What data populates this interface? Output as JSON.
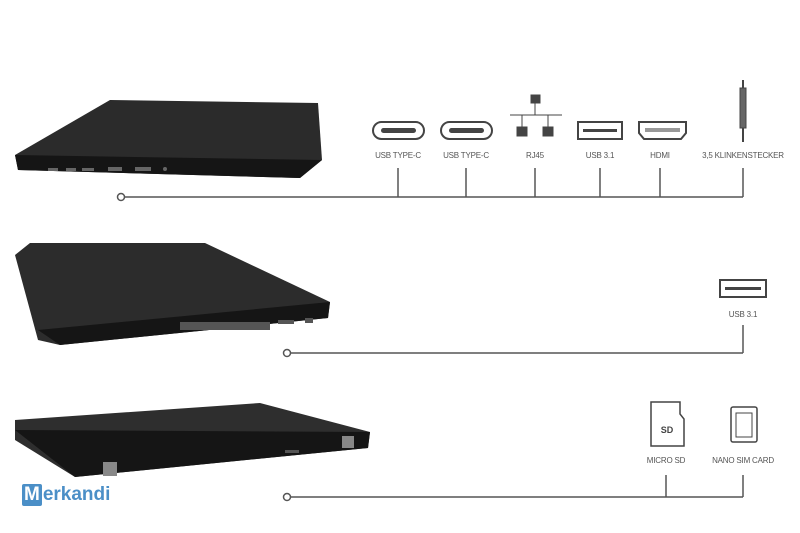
{
  "rows": [
    {
      "ports": [
        "USB TYPE-C",
        "USB TYPE-C",
        "RJ45",
        "USB 3.1",
        "HDMI",
        "3,5 KLINKENSTECKER"
      ]
    },
    {
      "ports": [
        "USB 3.1"
      ]
    },
    {
      "ports": [
        "MICRO SD",
        "NANO SIM CARD"
      ]
    }
  ],
  "logo": {
    "initial": "M",
    "rest": "erkandi"
  },
  "colors": {
    "line": "#555555",
    "laptop": "#2a2a2a",
    "logo": "#4b8fc7"
  }
}
